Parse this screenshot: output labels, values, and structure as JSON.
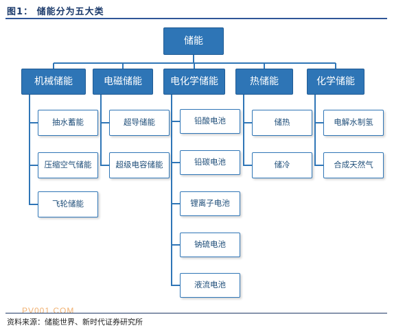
{
  "figure": {
    "title": "图1：  储能分为五大类",
    "source": "资料来源：储能世界、新时代证券研究所",
    "watermark": "PV001.COM"
  },
  "root": {
    "label": "储能"
  },
  "categories": [
    {
      "label": "机械储能",
      "children": [
        "抽水蓄能",
        "压缩空气储能",
        "飞轮储能"
      ]
    },
    {
      "label": "电磁储能",
      "children": [
        "超导储能",
        "超级电容储能"
      ]
    },
    {
      "label": "电化学储能",
      "children": [
        "铅酸电池",
        "铅碳电池",
        "锂离子电池",
        "钠硫电池",
        "液流电池"
      ]
    },
    {
      "label": "热储能",
      "children": [
        "储热",
        "储冷"
      ]
    },
    {
      "label": "化学储能",
      "children": [
        "电解水制氢",
        "合成天然气"
      ]
    }
  ],
  "colors": {
    "primary_fill": "#2e75b6",
    "secondary_border": "#2e75b6",
    "connector": "#2e75b6",
    "title_text": "#1b3a6b"
  }
}
